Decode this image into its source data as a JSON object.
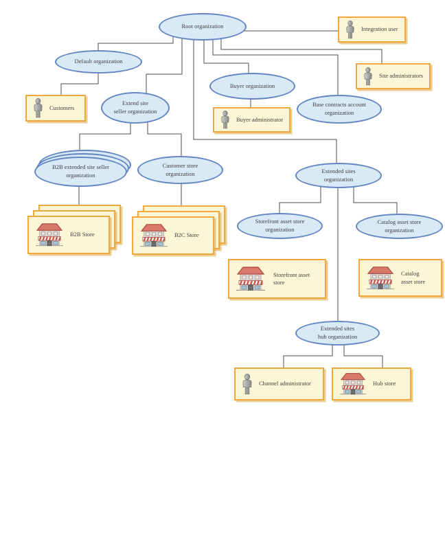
{
  "diagram_type": "organization-hierarchy",
  "colors": {
    "ellipse_fill": "#d8eaf6",
    "ellipse_border": "#6385c2",
    "box_fill": "#fdf6d6",
    "box_border": "#f0a73c",
    "connector": "#4d4d4d"
  },
  "nodes": {
    "root_organization": "Root organization",
    "integration_user": "Integration user",
    "default_organization": "Default organization",
    "site_administrators": "Site administrators",
    "customers": "Customers",
    "extend_site_seller_organization": "Extend site\nseller organization",
    "buyer_organization": "Buyer organization",
    "buyer_administrator": "Buyer administrator",
    "base_contracts_account_organization": "Base contracts account\norganization",
    "b2b_extended_site_seller_organization": "B2B extended site seller\norganization",
    "customer_store_organization": "Customer store\norganization",
    "b2b_store": "B2B Store",
    "b2c_store": "B2C Store",
    "extended_sites_organization": "Extended sites\norganization",
    "storefront_asset_store_organization": "Storefront asset store\norganization",
    "catalog_asset_store_organization": "Catalog asset store\norganization",
    "storefront_asset_store": "Storefront asset store",
    "catalog_asset_store": "Catalog\nasset store",
    "extended_sites_hub_organization": "Extended sites\nhub organization",
    "channel_administrator": "Channel administrator",
    "hub_store": "Hub store"
  }
}
